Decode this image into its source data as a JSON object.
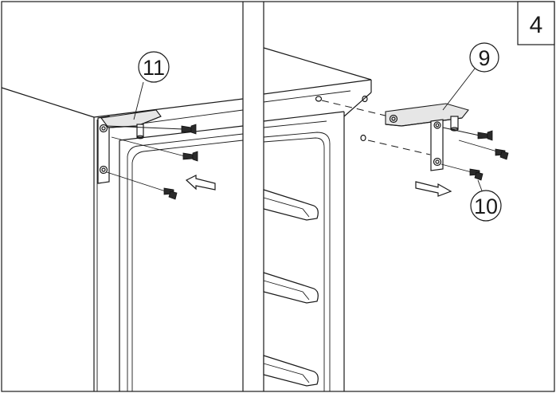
{
  "step_number": "4",
  "callouts": {
    "left_hinge": "11",
    "right_hinge": "9",
    "right_screws": "10"
  }
}
